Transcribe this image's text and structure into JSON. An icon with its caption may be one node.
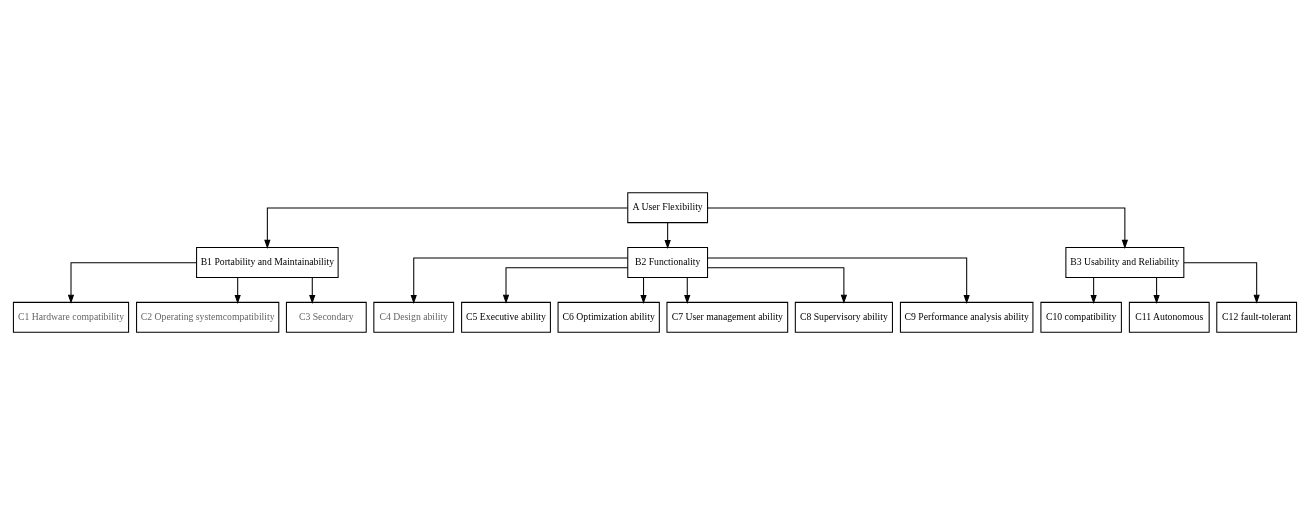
{
  "diagram": {
    "nodes": [
      {
        "text": [
          "A User Flexibility"
        ]
      },
      {
        "text": [
          "B1 Portability and Maintainability"
        ]
      },
      {
        "text": [
          "B2 Functionality"
        ]
      },
      {
        "text": [
          "B3 Usability and Reliability"
        ]
      },
      {
        "text": [
          "C1 Hardware compatibility"
        ]
      },
      {
        "text": [
          "C2 Operating systemcompatibility"
        ]
      },
      {
        "text": [
          "C3 Secondary"
        ]
      },
      {
        "text": [
          "C4 Design ability"
        ]
      },
      {
        "text": [
          "C5 Executive ability"
        ]
      },
      {
        "text": [
          "C6 Optimization ability"
        ]
      },
      {
        "text": [
          "C7 User management ability"
        ]
      },
      {
        "text": [
          "C8 Supervisory ability"
        ]
      },
      {
        "text": [
          "C9 Performance analysis ability"
        ]
      },
      {
        "text": [
          "C10 compatibility"
        ]
      },
      {
        "text": [
          "C11 Autonomous"
        ]
      },
      {
        "text": [
          "C12 fault-tolerant"
        ]
      }
    ],
    "edges": [
      {
        "from": 0,
        "to": 1,
        "arrow": "to"
      },
      {
        "from": 0,
        "to": 2,
        "arrow": "to"
      },
      {
        "from": 0,
        "to": 3,
        "arrow": "to"
      },
      {
        "from": 1,
        "to": 4,
        "arrow": "to"
      },
      {
        "from": 1,
        "to": 5,
        "arrow": "to"
      },
      {
        "from": 1,
        "to": 6,
        "arrow": "to"
      },
      {
        "from": 2,
        "to": 7,
        "arrow": "to"
      },
      {
        "from": 2,
        "to": 8,
        "arrow": "to"
      },
      {
        "from": 2,
        "to": 9,
        "arrow": "to"
      },
      {
        "from": 2,
        "to": 10,
        "arrow": "to"
      },
      {
        "from": 2,
        "to": 11,
        "arrow": "to"
      },
      {
        "from": 2,
        "to": 12,
        "arrow": "to"
      },
      {
        "from": 3,
        "to": 13,
        "arrow": "to"
      },
      {
        "from": 3,
        "to": 14,
        "arrow": "to"
      },
      {
        "from": 3,
        "to": 15,
        "arrow": "to"
      }
    ]
  }
}
